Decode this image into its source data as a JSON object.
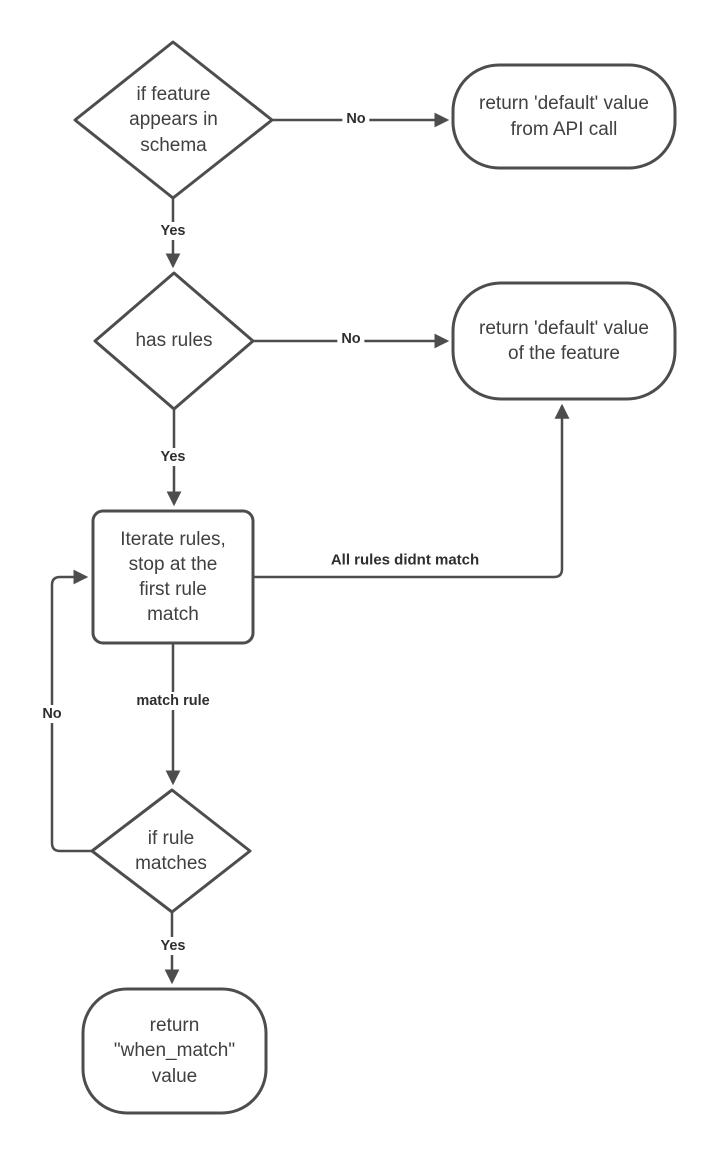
{
  "diagram": {
    "background_color": "#ffffff",
    "stroke_color": "#4d4d4d",
    "text_color": "#404040",
    "label_color": "#2e2e2e",
    "nodes": {
      "decision_feature_in_schema": {
        "type": "decision",
        "label": "if feature\nappears in\nschema"
      },
      "terminal_default_api": {
        "type": "terminator",
        "label": "return 'default' value\nfrom API call"
      },
      "decision_has_rules": {
        "type": "decision",
        "label": "has rules"
      },
      "terminal_default_feature": {
        "type": "terminator",
        "label": "return 'default' value\nof the feature"
      },
      "process_iterate_rules": {
        "type": "process",
        "label": "Iterate rules,\nstop at the\nfirst rule\nmatch"
      },
      "decision_rule_matches": {
        "type": "decision",
        "label": "if rule\nmatches"
      },
      "terminal_when_match": {
        "type": "terminator",
        "label": "return\n\"when_match\"\nvalue"
      }
    },
    "edge_labels": {
      "no_feature": "No",
      "yes_feature": "Yes",
      "no_rules": "No",
      "yes_rules": "Yes",
      "all_rules_didnt_match": "All rules didnt match",
      "match_rule": "match rule",
      "no_match": "No",
      "yes_match": "Yes"
    }
  }
}
